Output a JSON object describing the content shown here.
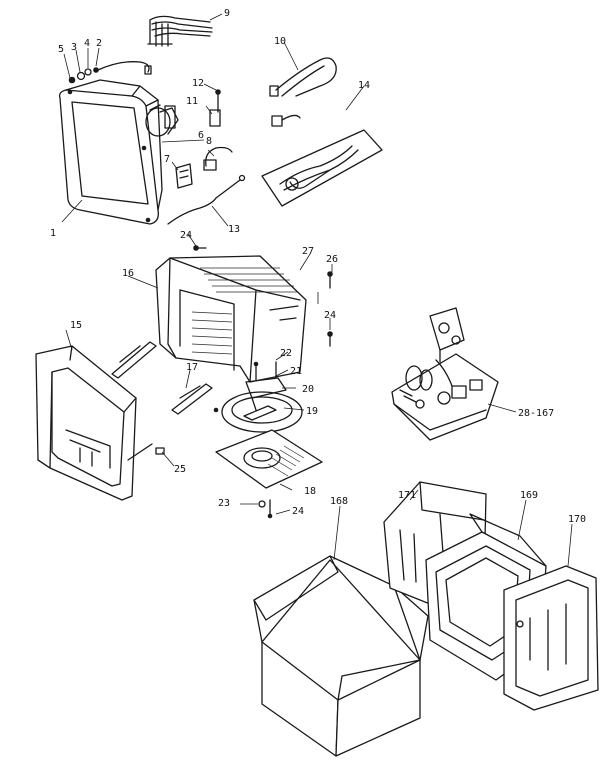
{
  "callouts": {
    "p1": "1",
    "p2": "2",
    "p3": "3",
    "p4": "4",
    "p5": "5",
    "p6": "6",
    "p7": "7",
    "p8": "8",
    "p9": "9",
    "p10": "10",
    "p11": "11",
    "p12": "12",
    "p13": "13",
    "p14": "14",
    "p15": "15",
    "p16": "16",
    "p17": "17",
    "p18": "18",
    "p19": "19",
    "p20": "20",
    "p21": "21",
    "p22": "22",
    "p23": "23",
    "p24a": "24",
    "p24b": "24",
    "p24c": "24",
    "p25": "25",
    "p26": "26",
    "p27": "27",
    "p28": "28-167",
    "p168": "168",
    "p169": "169",
    "p170": "170",
    "p171": "171"
  }
}
